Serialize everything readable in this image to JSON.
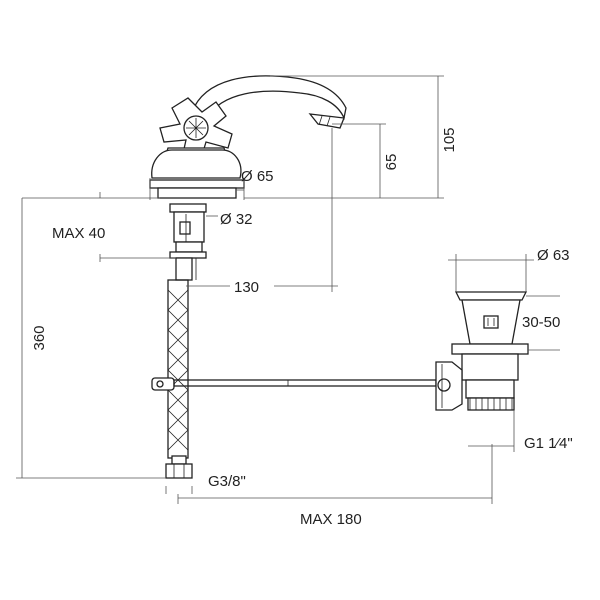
{
  "labels": {
    "height_total": "105",
    "spout_height": "65",
    "base_diameter": "Ø 65",
    "shank_diameter": "Ø 32",
    "max_thickness": "MAX 40",
    "spout_reach": "130",
    "hose_length": "360",
    "waste_diameter": "Ø 63",
    "waste_range": "30-50",
    "waste_thread": "G1 1⁄4\"",
    "hose_thread": "G3/8\"",
    "max_width": "MAX 180"
  }
}
